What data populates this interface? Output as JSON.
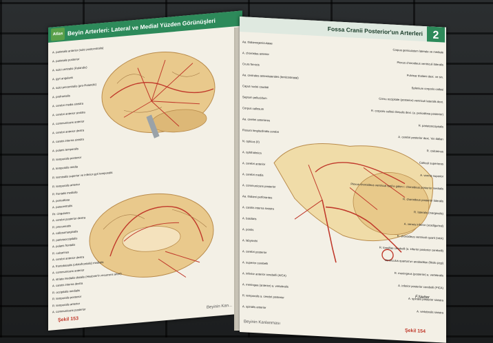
{
  "left": {
    "header_title": "Beyin Arterleri: Lateral ve Medial Yüzden Görünüşleri",
    "logo": "Atlas",
    "labels_top": [
      "A. parietalis anterior (sulci postcentralis)",
      "A. parietalis posterior",
      "A. sulci centralis (Rolandic)",
      "A. gyri angularis",
      "A. sulci precentralis (pre-Rolandic)",
      "A. prefrontalis",
      "A. cerebri media sinistra",
      "A. cerebri anterior sinistra",
      "A. communicans anterior",
      "A. cerebri anterior dextra",
      "A. carotis interna sinistra",
      "A. polaris temporalis",
      "R. temporalis posterior",
      "A. temporalis media",
      "R. terminalis superior ve inferior gyri temporalis",
      "R. temporalis anterior"
    ],
    "labels_bottom": [
      "R. frontalis medialis",
      "A. pericallosa",
      "A. paracentralis",
      "Rr. cingulares",
      "A. cerebri posterior dextra",
      "R. precuneatis",
      "A. callosomarginalis",
      "R. parietooccipitalis",
      "A. polaris frontalis",
      "R. calcarinus",
      "A. cerebri anterior dextra",
      "A. frontobasalis (orbitofrontalis) medialis",
      "A. communicans anterior",
      "A. striata medialis distalis (Heubner'in recurrens arteri)",
      "A. carotis interna dextra",
      "R. occipitalis medialis",
      "R. temporalis posterior",
      "R. temporalis anterior",
      "A. communicans posterior"
    ],
    "footer": "Şekil 153",
    "footer_mid": "Beyinin Kan..."
  },
  "right": {
    "header_title": "Fossa Cranii Posterior'un Arterleri",
    "chapter": "2",
    "labels_left": [
      "Aa. thalamogeniculatae",
      "A. choroidea anterior",
      "Crura fornicis",
      "Aa. centrales anterolaterales (lenticostriatal)",
      "Caput nuclei caudati",
      "Septum pellucidum",
      "Corpus callosum",
      "Aa. cerebri anteriores",
      "Fissura longitudinalis cerebri",
      "N. opticus (II)",
      "A. ophthalmica",
      "A. cerebri anterior",
      "A. cerebri media",
      "A. communicans posterior",
      "Aa. thalami perforantes",
      "A. carotis interna sinistra",
      "A. basilaris",
      "A. pontis",
      "A. labyrinthi",
      "A. cerebri posterior",
      "A. superior cerebelli",
      "A. inferior anterior cerebelli (AICA)",
      "A. meningea (anterior) a. vertebralis",
      "R. temporalis a. cerebri posterior",
      "A. spinalis anterior"
    ],
    "labels_right": [
      "Corpus geniculatum laterale ve mediale",
      "Plexus choroideus ventriculi lateralis",
      "Pulvinar thalami dext. ve sin.",
      "Splenium corporis callosi",
      "Cornu occipitale (posterior) ventriculi lateralis dext.",
      "R. corporis callosi dorsalis dext. (a. pericallosa posterior)",
      "R. parietooccipitalis",
      "A. cerebri posterior dext. 'nin dalları",
      "R. calcarinus",
      "Colliculi superiores",
      "A. vermis superior",
      "Plexus choroideus ventriculi tertii'e giden r. choroideus posterior medialis",
      "R. choroideus posterior lateralis",
      "R. lateralis (marginalis)",
      "A. vermis inferior (ucadigurtral)",
      "R. choroideus ventriculi quarti (tırtık)",
      "R. tonsillae cerebelli (a. inferior posterior cerebelli)",
      "Ventriculus quartus'un anabadilan (fiksik çizgi)",
      "R. meningeus (posterior) a. vertebralis",
      "A. inferior posterior cerebelli (PICA)",
      "A. spinalis posterior sinistra",
      "A. vertebralis sinistra"
    ],
    "footer": "Şekil 154",
    "footer_mid": "Beyinin Kanlanması",
    "signature": "F.Netter"
  },
  "colors": {
    "header_green": "#2d8a5a",
    "brain": "#e9c98c",
    "artery": "#c0392b",
    "footer_red": "#c0392b"
  }
}
